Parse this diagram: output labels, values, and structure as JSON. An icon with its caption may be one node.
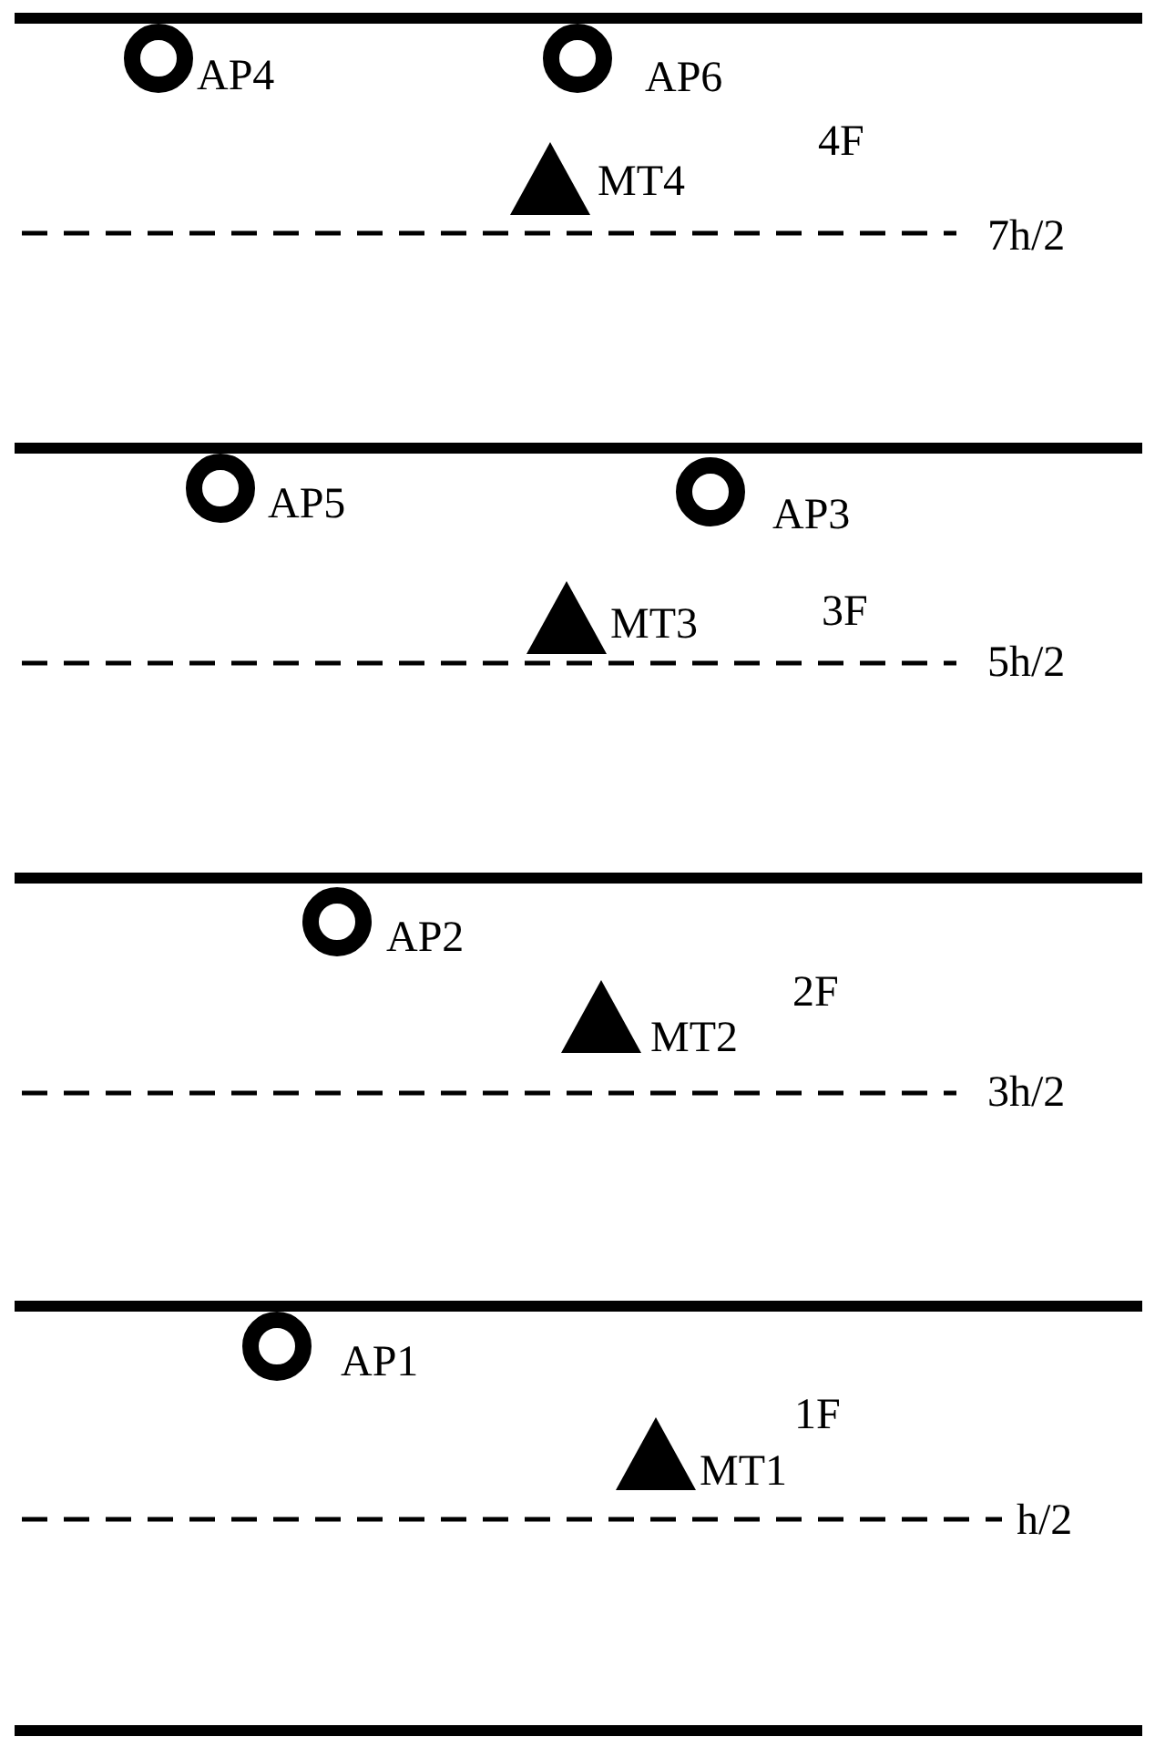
{
  "diagram": {
    "nodes": [
      {
        "text": [],
        "shape": "circle",
        "beside": [
          "AP4"
        ]
      },
      {
        "text": [],
        "shape": "circle",
        "beside": [
          "AP6"
        ]
      },
      {
        "text": [],
        "shape": "triangle",
        "beside": [
          "MT4"
        ]
      },
      {
        "text": [],
        "shape": "circle",
        "beside": [
          "AP5"
        ]
      },
      {
        "text": [],
        "shape": "circle",
        "beside": [
          "AP3"
        ]
      },
      {
        "text": [],
        "shape": "triangle",
        "beside": [
          "MT3"
        ]
      },
      {
        "text": [],
        "shape": "circle",
        "beside": [
          "AP2"
        ]
      },
      {
        "text": [],
        "shape": "triangle",
        "beside": [
          "MT2"
        ]
      },
      {
        "text": [],
        "shape": "circle",
        "beside": [
          "AP1"
        ]
      },
      {
        "text": [],
        "shape": "triangle",
        "beside": [
          "MT1"
        ]
      }
    ],
    "labels": [
      "4F",
      "7h/2",
      "3F",
      "5h/2",
      "2F",
      "3h/2",
      "1F",
      "h/2"
    ]
  }
}
